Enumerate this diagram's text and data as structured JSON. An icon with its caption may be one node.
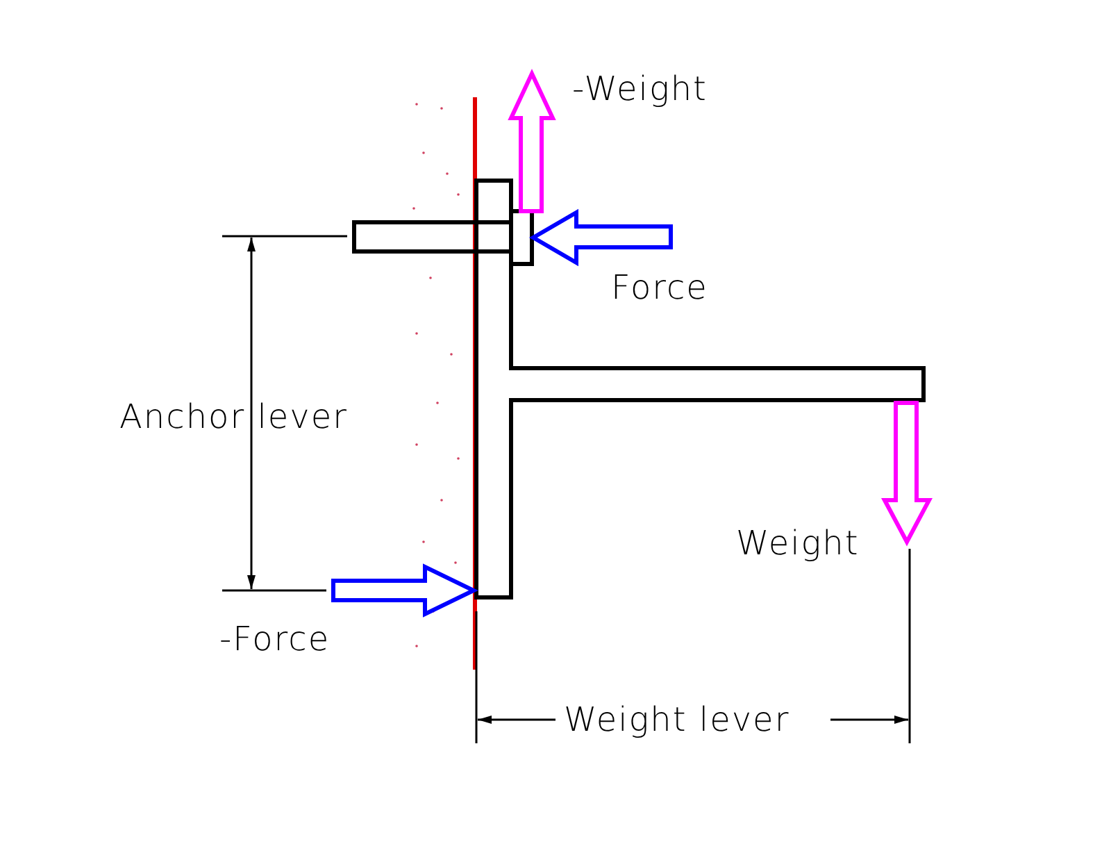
{
  "diagram": {
    "labels": [
      "-Weight",
      "Force",
      "Anchor lever",
      "Weight",
      "-Force",
      "Weight lever"
    ]
  }
}
